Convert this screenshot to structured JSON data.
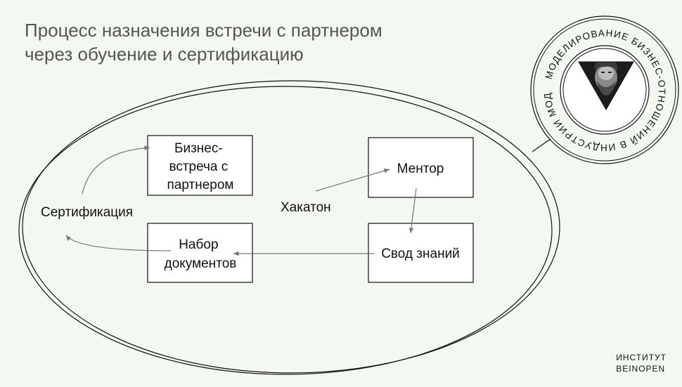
{
  "title": {
    "line1": "Процесс назначения встречи с партнером",
    "line2": "через обучение и сертификацию"
  },
  "nodes": {
    "business_meeting": [
      "Бизнес-",
      "встреча с",
      "партнером"
    ],
    "mentor": "Ментор",
    "certification": "Сертификация",
    "hackathon": "Хакатон",
    "documents": [
      "Набор",
      "документов"
    ],
    "knowledge_base": "Свод знаний"
  },
  "badge": {
    "ring_text": "МОДЕЛИРОВАНИЕ БИЗНЕС-ОТНОШЕНИЙ В ИНДУСТРИИ МОДЫ"
  },
  "logo": {
    "line1": "ИНСТИТУТ",
    "line2": "BEINOPEN"
  }
}
